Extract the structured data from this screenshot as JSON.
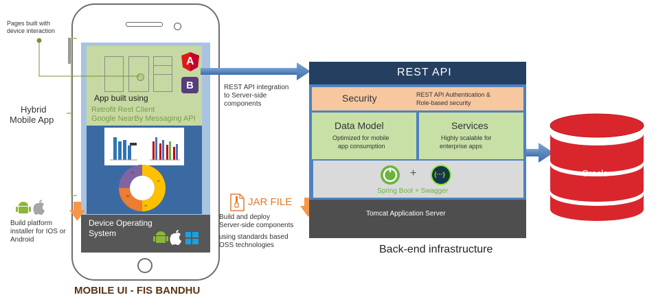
{
  "phone": {
    "callout_line1": "Pages built with",
    "callout_line2": "device interaction",
    "side_label_line1": "Hybrid",
    "side_label_line2": "Mobile App",
    "app_built_using": "App built using",
    "tech_line1": "Retrofit Rest Client",
    "tech_line2": "Google NearBy Messaging API",
    "device_os_line1": "Device Operating",
    "device_os_line2": "System",
    "caption": "MOBILE UI - FIS BANDHU",
    "badge_angular": "A",
    "badge_bootstrap": "B",
    "donut_labels": [
      "12",
      "34",
      "56",
      "78"
    ]
  },
  "build_platform": {
    "line1": "Build platform",
    "line2": "installer for IOS or",
    "line3": "Android"
  },
  "integration": {
    "line1": "REST API integration",
    "line2": "to Server-side",
    "line3": "components"
  },
  "jar": {
    "label": "JAR FILE",
    "line1": "Build and deploy",
    "line2": "Server-side components",
    "line3": "using standards based",
    "line4": "OSS technologies"
  },
  "backend": {
    "header": "REST API",
    "security_title": "Security",
    "security_desc_line1": "REST API Authentication &",
    "security_desc_line2": "Role-based security",
    "datamodel_title": "Data Model",
    "datamodel_desc_line1": "Optimized for mobile",
    "datamodel_desc_line2": "app consumption",
    "services_title": "Services",
    "services_desc_line1": "Highly scalable for",
    "services_desc_line2": "enterprise apps",
    "spring_label": "Spring Boot + Swagger",
    "plus": "+",
    "swagger_glyph": "{···}",
    "tomcat": "Tomcat Application Server",
    "caption": "Back-end infrastructure"
  },
  "database": {
    "label": "Oracle"
  },
  "colors": {
    "navy": "#243f60",
    "panel_blue": "#4f81bd",
    "arrow_blue": "#4f81bd",
    "orange": "#f79646",
    "green_box": "#c7e0a6",
    "peach": "#f7c7a0",
    "oracle_red": "#d9262c",
    "caption_brown": "#5a3413",
    "jar_orange": "#e07a2e"
  }
}
